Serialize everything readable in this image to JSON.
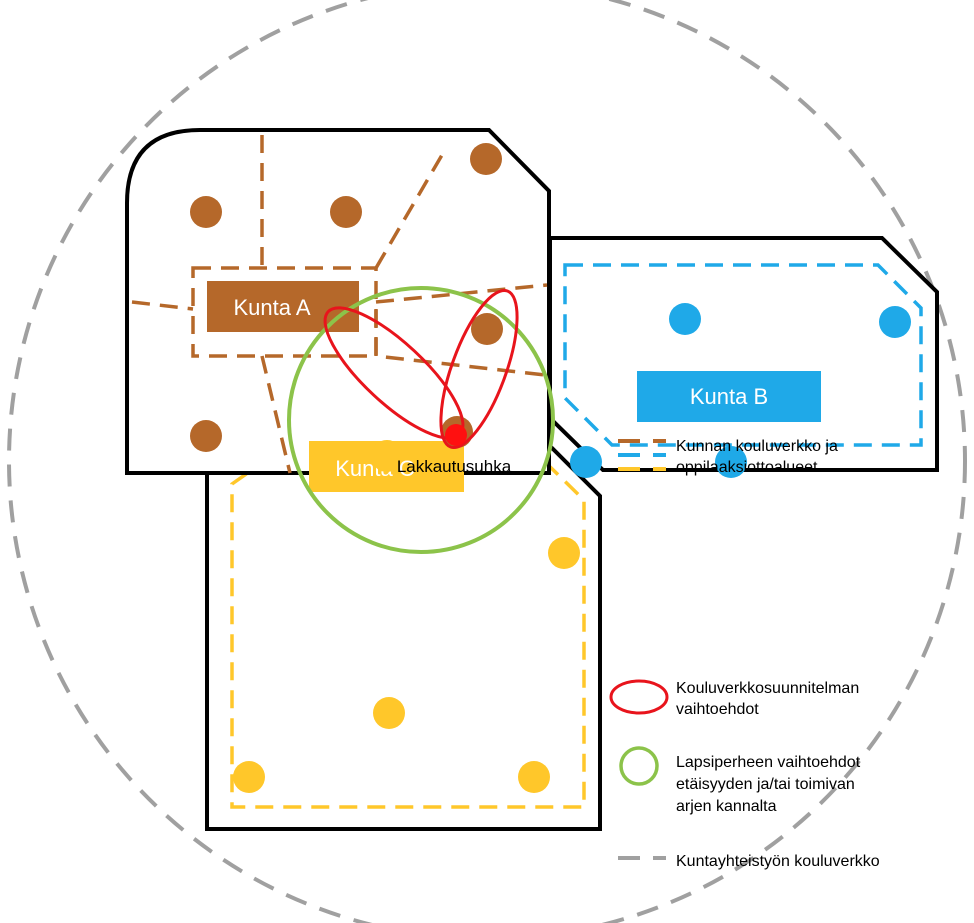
{
  "colors": {
    "kunta_a": "#B5682A",
    "kunta_b": "#1FA9E8",
    "kunta_c": "#FFC72A",
    "school_plan": "#E8141C",
    "family_options": "#8CC34A",
    "cooperation": "#A0A0A0"
  },
  "regions": {
    "kunta_a": "Kunta A",
    "kunta_b": "Kunta B",
    "kunta_c": "Kunta C"
  },
  "threat_label": "Lakkautusuhka",
  "legend": {
    "school_network_line1": "Kunnan kouluverkko ja",
    "school_network_line2": "oppilaaksiottoalueet",
    "plan_options_line1": "Kouluverkkosuunnitelman",
    "plan_options_line2": "vaihtoehdot",
    "family_options_line1": "Lapsiperheen vaihtoehdot",
    "family_options_line2": "etäisyyden ja/tai toimivan",
    "family_options_line3": "arjen kannalta",
    "cooperation_network": "Kuntayhteistyön kouluverkko"
  }
}
